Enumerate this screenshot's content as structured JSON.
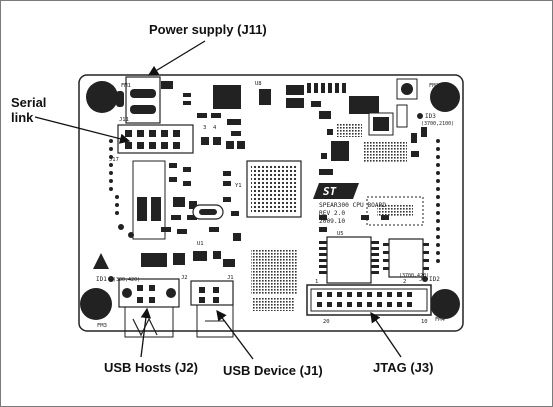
{
  "callouts": {
    "power": "Power supply (J11)",
    "serial_line1": "Serial",
    "serial_line2": "link",
    "usb_hosts": "USB Hosts (J2)",
    "usb_device": "USB Device (J1)",
    "jtag": "JTAG (J3)"
  },
  "board": {
    "brand_mark": "ST",
    "title_line1": "SPEAR300 CPU BOARD",
    "title_line2": "REV 2.0",
    "title_line3": "2009.10",
    "id1": "ID1",
    "id2": "ID2",
    "id3": "ID3",
    "coord_left": "(300,420)",
    "coord_right": "(3700,420)",
    "coord_top": "(3700,2100)",
    "j11": "J11",
    "j17": "J17",
    "j2": "J2",
    "j1": "J1",
    "j3": "J3",
    "u8": "U8",
    "u5": "U5",
    "u1": "U1",
    "y1": "Y1",
    "fm1": "FM1",
    "fm2": "FM2",
    "fm3": "FM3",
    "fm4": "FM4",
    "mount_20": "20",
    "mount_10": "10",
    "mount_1": "1",
    "mount_2": "2",
    "pin_3": "3",
    "pin_4": "4"
  },
  "colors": {
    "ink": "#111111",
    "board": "#ffffff",
    "pad": "#1e1e1e",
    "frame": "#7a7a7a"
  }
}
